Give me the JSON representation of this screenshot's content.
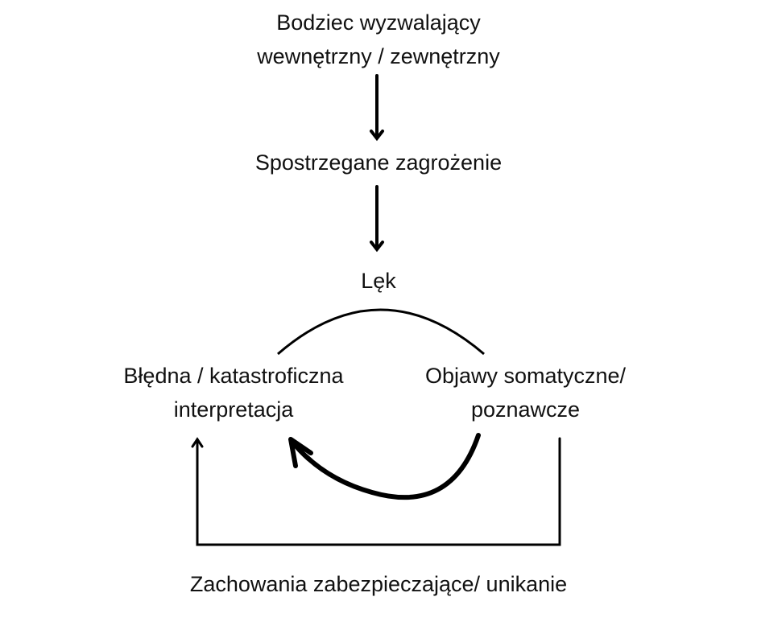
{
  "diagram": {
    "title": "Anxiety cycle model",
    "nodes": {
      "trigger": {
        "line1": "Bodziec wyzwalający",
        "line2": "wewnętrzny / zewnętrzny"
      },
      "threat": {
        "line1": "Spostrzegane zagrożenie"
      },
      "anxiety": {
        "line1": "Lęk"
      },
      "interpretation": {
        "line1": "Błędna / katastroficzna",
        "line2": "interpretacja"
      },
      "symptoms": {
        "line1": "Objawy somatyczne/",
        "line2": "poznawcze"
      },
      "safety": {
        "line1": "Zachowania zabezpieczające/ unikanie"
      }
    },
    "edges": [
      {
        "from": "trigger",
        "to": "threat"
      },
      {
        "from": "threat",
        "to": "anxiety"
      },
      {
        "from": "interpretation",
        "to": "symptoms",
        "style": "arc-top"
      },
      {
        "from": "symptoms",
        "to": "interpretation",
        "style": "arc-bottom"
      },
      {
        "from": "symptoms",
        "to": "interpretation",
        "via": "safety"
      }
    ],
    "line_color": "#000000"
  }
}
